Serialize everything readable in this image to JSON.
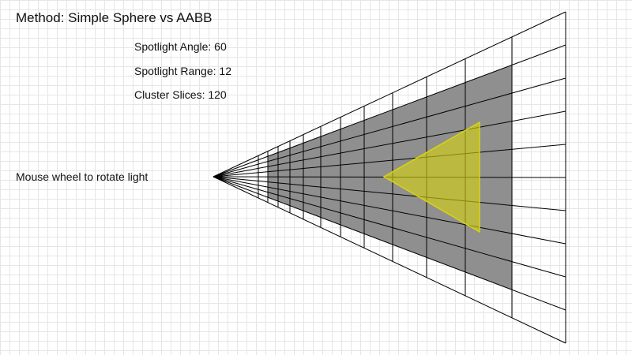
{
  "title": "Method: Simple Sphere vs AABB",
  "params": {
    "angle_label": "Spotlight Angle: 60",
    "range_label": "Spotlight Range: 12",
    "slices_label": "Cluster Slices: 120"
  },
  "hint": "Mouse wheel to rotate light",
  "colors": {
    "grid": "#e6e6e6",
    "frustum_lines": "#000000",
    "active_cell": "#8f8f8f",
    "spotlight": "#d8d410"
  }
}
